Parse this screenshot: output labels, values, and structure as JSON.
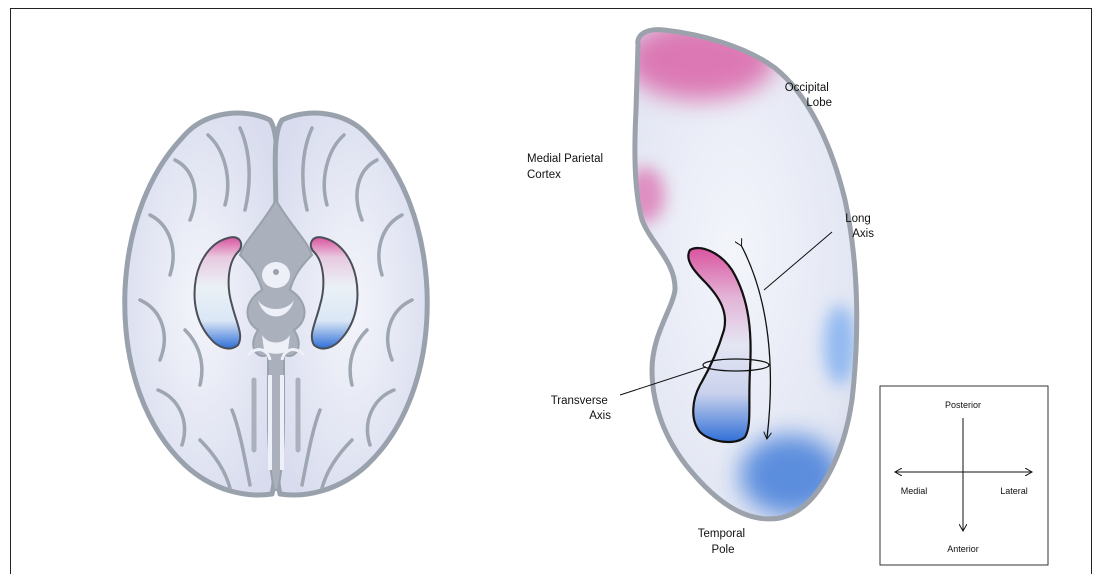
{
  "labels": {
    "occipital": [
      "Occipital",
      "Lobe"
    ],
    "medial_parietal": [
      "Medial Parietal",
      "Cortex"
    ],
    "long_axis": [
      "Long",
      "Axis"
    ],
    "transverse_axis": [
      "Transverse",
      "Axis"
    ],
    "temporal_pole": [
      "Temporal",
      "Pole"
    ]
  },
  "compass": {
    "posterior": "Posterior",
    "anterior": "Anterior",
    "medial": "Medial",
    "lateral": "Lateral"
  },
  "colors": {
    "brain_fill": "#e3e6f3",
    "brain_stroke": "#99a1ad",
    "posterior_highlight": "#d9539f",
    "anterior_highlight": "#2f6fd6"
  }
}
